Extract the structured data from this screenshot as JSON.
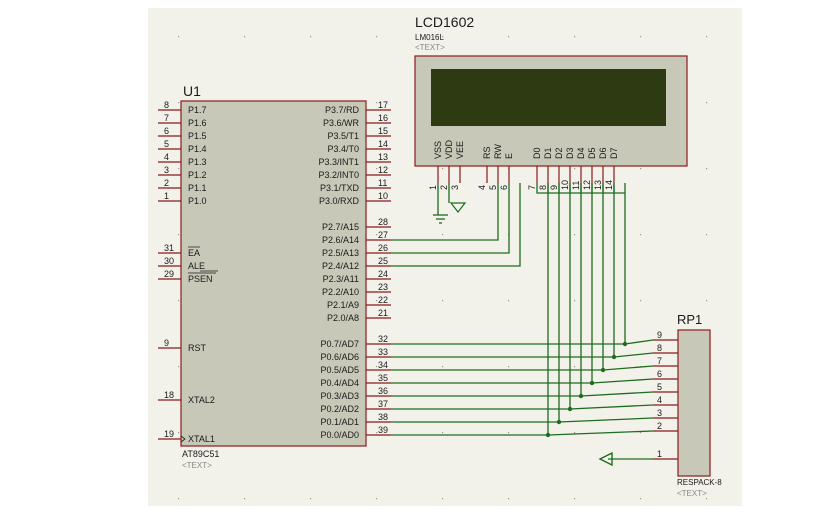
{
  "u1": {
    "ref": "U1",
    "part": "AT89C51",
    "text_tag": "<TEXT>",
    "left_pins": [
      {
        "num": "8",
        "name": "P1.7"
      },
      {
        "num": "7",
        "name": "P1.6"
      },
      {
        "num": "6",
        "name": "P1.5"
      },
      {
        "num": "5",
        "name": "P1.4"
      },
      {
        "num": "4",
        "name": "P1.3"
      },
      {
        "num": "3",
        "name": "P1.2"
      },
      {
        "num": "2",
        "name": "P1.1"
      },
      {
        "num": "1",
        "name": "P1.0"
      },
      {
        "num": "31",
        "name": "EA"
      },
      {
        "num": "30",
        "name": "ALE"
      },
      {
        "num": "29",
        "name": "PSEN"
      },
      {
        "num": "9",
        "name": "RST"
      },
      {
        "num": "18",
        "name": "XTAL2"
      },
      {
        "num": "19",
        "name": "XTAL1"
      }
    ],
    "right_pins": [
      {
        "num": "17",
        "name": "P3.7/RD"
      },
      {
        "num": "16",
        "name": "P3.6/WR"
      },
      {
        "num": "15",
        "name": "P3.5/T1"
      },
      {
        "num": "14",
        "name": "P3.4/T0"
      },
      {
        "num": "13",
        "name": "P3.3/INT1"
      },
      {
        "num": "12",
        "name": "P3.2/INT0"
      },
      {
        "num": "11",
        "name": "P3.1/TXD"
      },
      {
        "num": "10",
        "name": "P3.0/RXD"
      },
      {
        "num": "28",
        "name": "P2.7/A15"
      },
      {
        "num": "27",
        "name": "P2.6/A14"
      },
      {
        "num": "26",
        "name": "P2.5/A13"
      },
      {
        "num": "25",
        "name": "P2.4/A12"
      },
      {
        "num": "24",
        "name": "P2.3/A11"
      },
      {
        "num": "23",
        "name": "P2.2/A10"
      },
      {
        "num": "22",
        "name": "P2.1/A9"
      },
      {
        "num": "21",
        "name": "P2.0/A8"
      },
      {
        "num": "32",
        "name": "P0.7/AD7"
      },
      {
        "num": "33",
        "name": "P0.6/AD6"
      },
      {
        "num": "34",
        "name": "P0.5/AD5"
      },
      {
        "num": "35",
        "name": "P0.4/AD4"
      },
      {
        "num": "36",
        "name": "P0.3/AD3"
      },
      {
        "num": "37",
        "name": "P0.2/AD2"
      },
      {
        "num": "38",
        "name": "P0.1/AD1"
      },
      {
        "num": "39",
        "name": "P0.0/AD0"
      }
    ]
  },
  "lcd": {
    "ref": "LCD1602",
    "part": "LM016L",
    "text_tag": "<TEXT>",
    "pins": [
      {
        "num": "1",
        "name": "VSS"
      },
      {
        "num": "2",
        "name": "VDD"
      },
      {
        "num": "3",
        "name": "VEE"
      },
      {
        "num": "4",
        "name": "RS"
      },
      {
        "num": "5",
        "name": "RW"
      },
      {
        "num": "6",
        "name": "E"
      },
      {
        "num": "7",
        "name": "D0"
      },
      {
        "num": "8",
        "name": "D1"
      },
      {
        "num": "9",
        "name": "D2"
      },
      {
        "num": "10",
        "name": "D3"
      },
      {
        "num": "11",
        "name": "D4"
      },
      {
        "num": "12",
        "name": "D5"
      },
      {
        "num": "13",
        "name": "D6"
      },
      {
        "num": "14",
        "name": "D7"
      }
    ]
  },
  "rp1": {
    "ref": "RP1",
    "part": "RESPACK-8",
    "text_tag": "<TEXT>",
    "pins": [
      "9",
      "8",
      "7",
      "6",
      "5",
      "4",
      "3",
      "2",
      "1"
    ]
  },
  "colors": {
    "wire": "#1f6b1f",
    "pin": "#8b1a1a",
    "body": "#c8c8b8",
    "border": "#8b1a1a",
    "lcd_screen": "#2e3a12",
    "text": "#1a1a1a"
  }
}
